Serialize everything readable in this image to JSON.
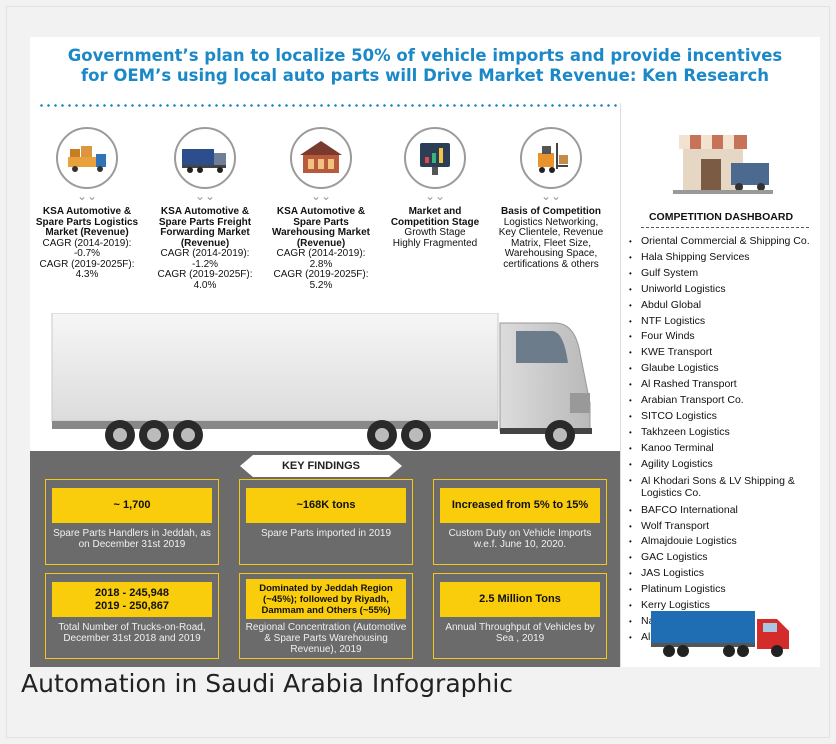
{
  "title_line1": "Government’s plan to localize 50% of vehicle imports and provide incentives",
  "title_line2": "for OEM’s using local auto parts will Drive Market Revenue: Ken Research",
  "segments": [
    {
      "icon": "logistics-truck-icon",
      "heading": "KSA Automotive & Spare Parts Logistics Market (Revenue)",
      "lines": [
        "CAGR (2014-2019): -0.7%",
        "CAGR (2019-2025F): 4.3%"
      ]
    },
    {
      "icon": "freight-truck-icon",
      "heading": "KSA Automotive & Spare Parts Freight Forwarding Market (Revenue)",
      "lines": [
        "CAGR (2014-2019): -1.2%",
        "CAGR (2019-2025F): 4.0%"
      ]
    },
    {
      "icon": "warehouse-icon",
      "heading": "KSA Automotive & Spare Parts Warehousing Market (Revenue)",
      "lines": [
        "CAGR (2014-2019): 2.8%",
        "CAGR (2019-2025F): 5.2%"
      ]
    },
    {
      "icon": "growth-chart-icon",
      "heading": "Market and Competition Stage",
      "lines": [
        "Growth Stage",
        "Highly Fragmented"
      ]
    },
    {
      "icon": "forklift-icon",
      "heading": "Basis of Competition",
      "lines": [
        "Logistics Networking, Key Clientele, Revenue Matrix, Fleet Size, Warehousing Space, certifications & others"
      ]
    }
  ],
  "key_findings": {
    "title": "KEY FINDINGS",
    "cards": [
      {
        "value": "~ 1,700",
        "desc": "Spare Parts Handlers in Jeddah, as on December 31st 2019"
      },
      {
        "value": "~168K tons",
        "desc": "Spare Parts imported in 2019"
      },
      {
        "value": "Increased from 5% to 15%",
        "desc": "Custom Duty on Vehicle Imports w.e.f. June 10, 2020."
      },
      {
        "value": "2018 - 245,948\n2019 - 250,867",
        "desc": "Total Number of Trucks-on-Road, December 31st 2018 and 2019"
      },
      {
        "value": "Dominated by Jeddah Region (~45%); followed by Riyadh, Dammam and Others (~55%)",
        "desc": "Regional Concentration (Automotive & Spare Parts Warehousing Revenue), 2019"
      },
      {
        "value": "2.5 Million Tons",
        "desc": "Annual Throughput of Vehicles by Sea , 2019"
      }
    ]
  },
  "dashboard": {
    "title": "COMPETITION DASHBOARD",
    "companies": [
      "Oriental Commercial & Shipping Co.",
      "Hala Shipping Services",
      "Gulf System",
      "Uniworld Logistics",
      "Abdul Global",
      "NTF Logistics",
      "Four Winds",
      "KWE Transport",
      "Glaube Logistics",
      "Al Rashed Transport",
      "Arabian Transport Co.",
      "SITCO Logistics",
      "Takhzeen Logistics",
      "Kanoo Terminal",
      "Agility Logistics",
      "Al Khodari Sons & LV Shipping & Logistics Co.",
      "BAFCO International",
      "Wolf Transport",
      "Almajdouie Logistics",
      "GAC Logistics",
      "JAS Logistics",
      "Platinum Logistics",
      "Kerry Logistics",
      "Namma Cargo",
      "Al Jabri Transport"
    ]
  },
  "caption": "Automation in Saudi Arabia Infographic",
  "colors": {
    "title_blue": "#1b88c8",
    "findings_bg": "#6b6b6b",
    "findings_yellow": "#f9cd0b",
    "truck_blue": "#1f6db3",
    "truck_red": "#d42b2b"
  }
}
